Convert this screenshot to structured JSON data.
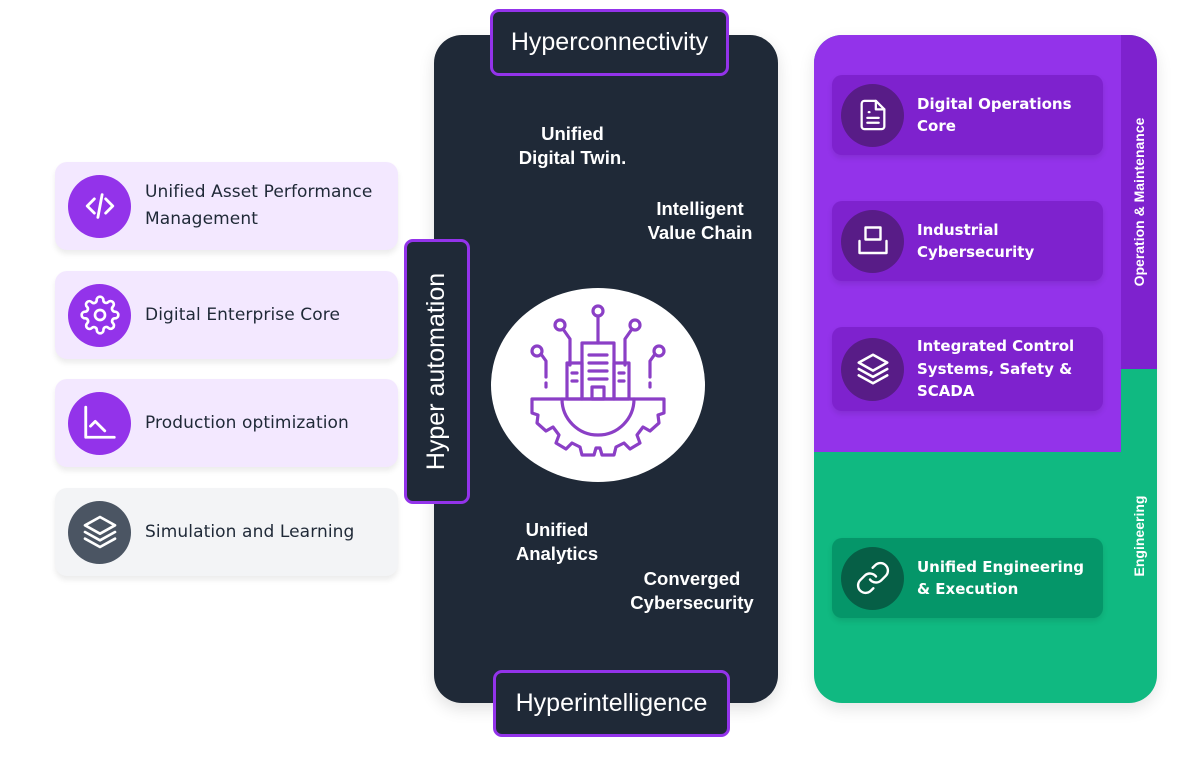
{
  "colors": {
    "accent_purple": "#9333ea",
    "dark_purple": "#7e22ce",
    "deep_purple": "#581c87",
    "panel_dark": "#1f2937",
    "engineering_green": "#10b981",
    "card_lavender": "#f3e8ff",
    "card_gray": "#f3f4f6"
  },
  "left_cards": [
    {
      "label": "Unified Asset Performance Management",
      "icon": "code-icon"
    },
    {
      "label": "Digital Enterprise Core",
      "icon": "gear-icon"
    },
    {
      "label": "Production optimization",
      "icon": "line-chart-icon"
    },
    {
      "label": "Simulation and Learning",
      "icon": "layers-icon"
    }
  ],
  "center": {
    "top_tag": "Hyperconnectivity",
    "side_tag": "Hyper automation",
    "bottom_tag": "Hyperintelligence",
    "hub_icon": "smart-factory-icon",
    "labels": {
      "digital_twin": [
        "Unified",
        "Digital Twin."
      ],
      "value_chain": [
        "Intelligent",
        "Value Chain"
      ],
      "analytics": [
        "Unified",
        "Analytics"
      ],
      "cybersecurity": [
        "Converged",
        "Cybersecurity"
      ]
    }
  },
  "right_panel": {
    "sections": [
      {
        "title": "Operation & Maintenance",
        "cards": [
          {
            "label": "Digital Operations Core",
            "icon": "document-icon"
          },
          {
            "label": "Industrial Cybersecurity",
            "icon": "terminal-box-icon"
          },
          {
            "label": "Integrated Control Systems, Safety & SCADA",
            "icon": "layers-icon"
          }
        ]
      },
      {
        "title": "Engineering",
        "cards": [
          {
            "label": "Unified Engineering & Execution",
            "icon": "link-icon"
          }
        ]
      }
    ]
  }
}
